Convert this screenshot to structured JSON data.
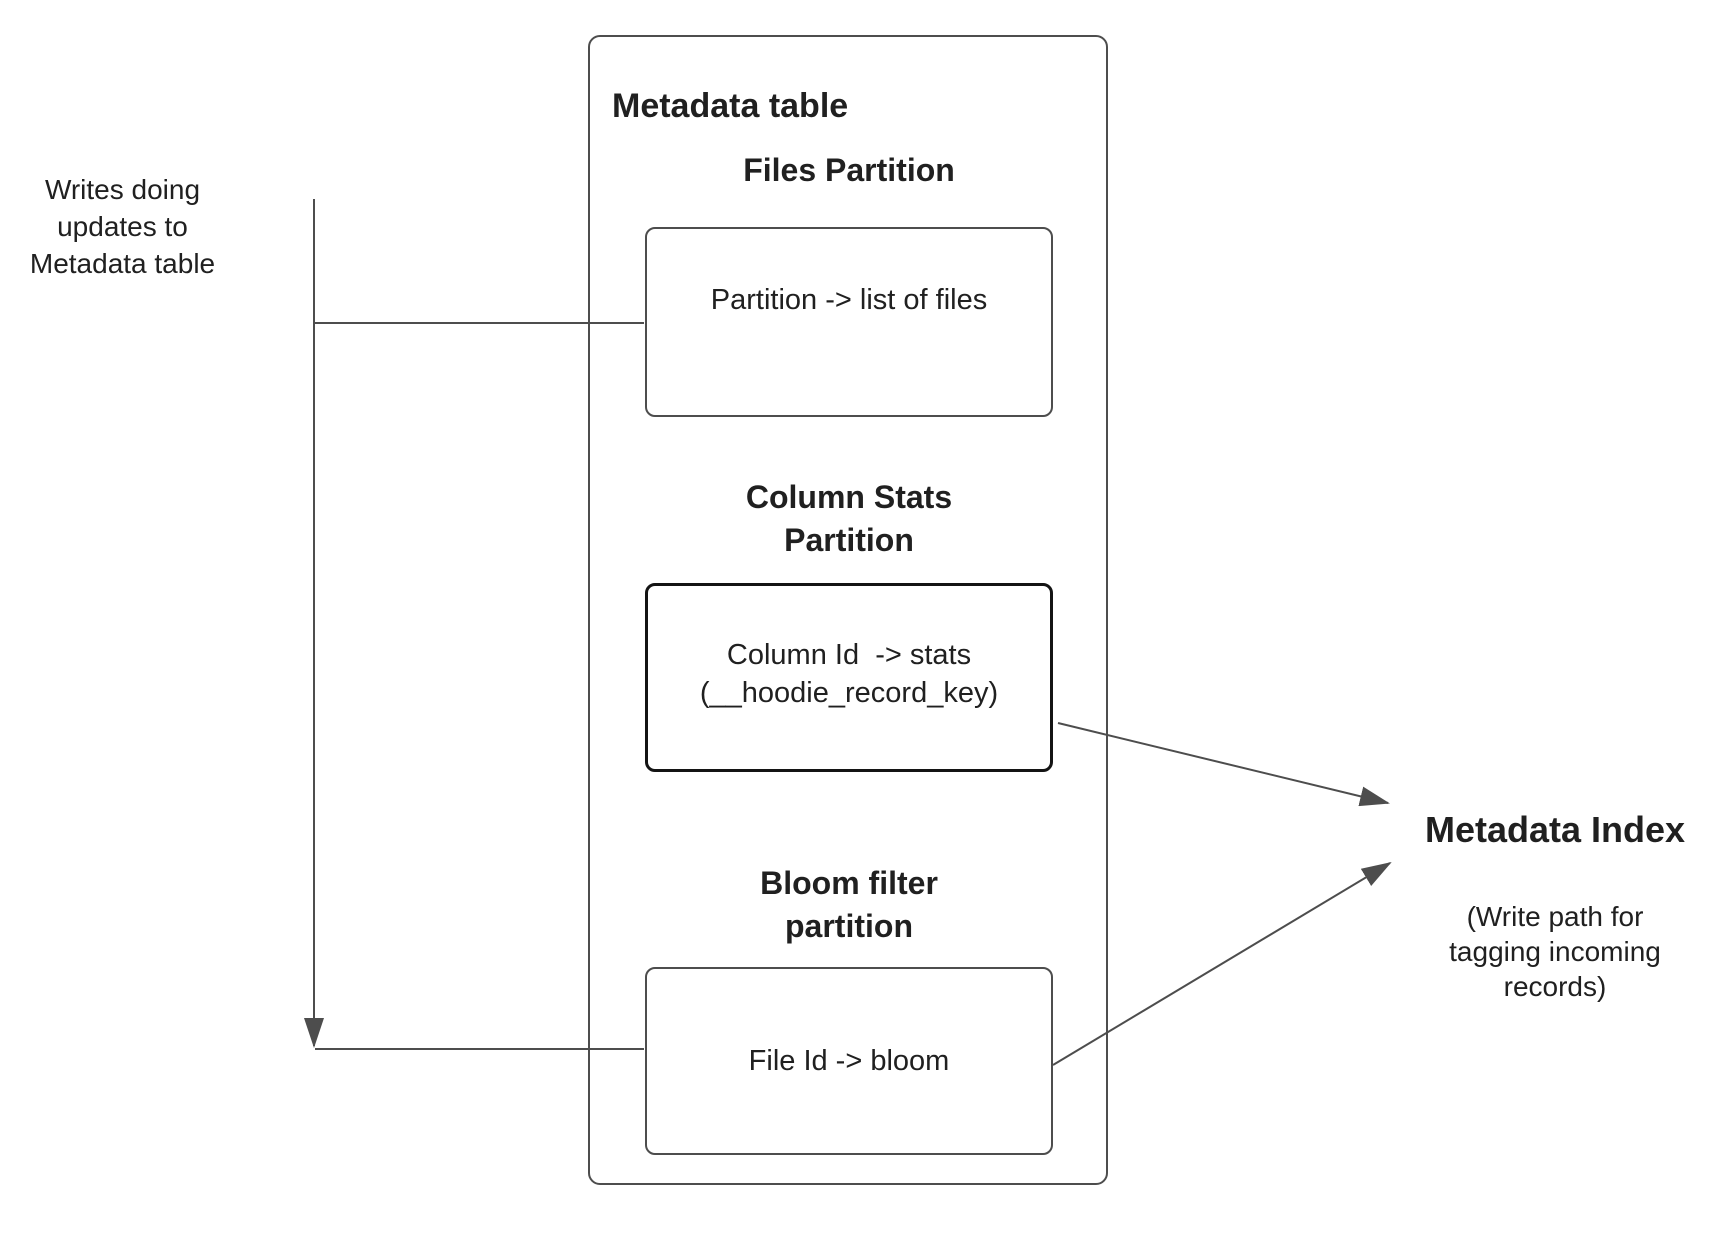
{
  "colors": {
    "background": "#ffffff",
    "line": "#4d4d4d",
    "box_border": "#4d4d4d",
    "stats_box_border": "#141414",
    "text": "#202020"
  },
  "notes": {
    "writes_note": "Writes doing\nupdates to\nMetadata table"
  },
  "metadata_table": {
    "title": "Metadata table",
    "partitions": [
      {
        "heading": "Files Partition",
        "content": "Partition -> list of files"
      },
      {
        "heading": "Column Stats\nPartition",
        "content": "Column Id  -> stats\n(__hoodie_record_key)"
      },
      {
        "heading": "Bloom filter\npartition",
        "content": "File Id -> bloom"
      }
    ]
  },
  "metadata_index": {
    "title": "Metadata Index",
    "note": "(Write path for\ntagging incoming\nrecords)"
  }
}
